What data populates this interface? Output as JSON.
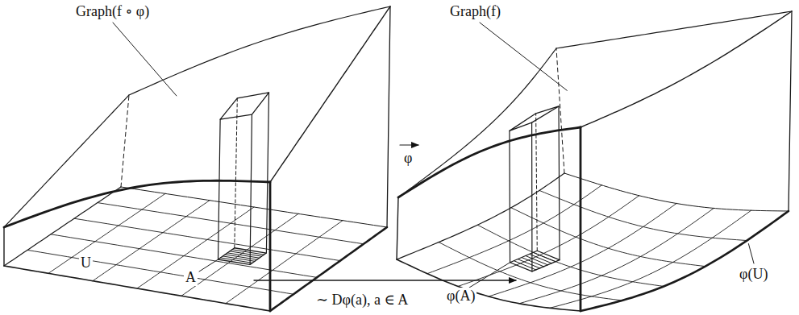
{
  "diagram": {
    "labels": [
      "Graph(f ∘ φ)",
      "Graph(f)",
      "U",
      "A",
      "φ",
      "φ(A)",
      "φ(U)",
      "∼ Dφ(a), a ∈ A"
    ]
  }
}
